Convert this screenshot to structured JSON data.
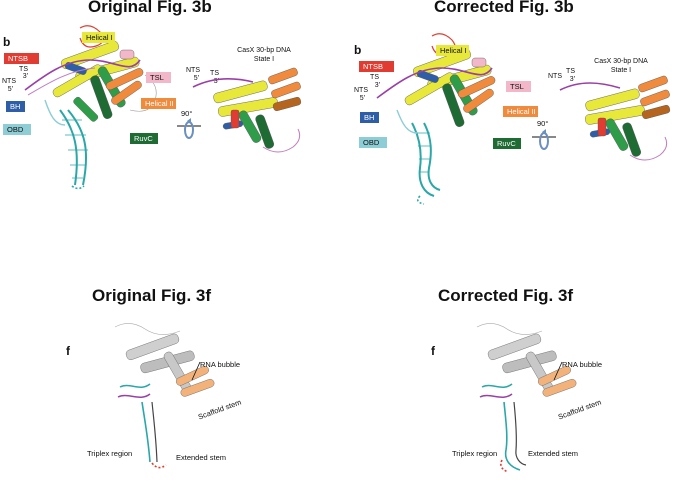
{
  "headings": {
    "orig_3b": "Original Fig. 3b",
    "corr_3b": "Corrected Fig. 3b",
    "orig_3f": "Original Fig. 3f",
    "corr_3f": "Corrected Fig. 3f"
  },
  "panel_letters": {
    "b": "b",
    "f": "f"
  },
  "domain_labels": {
    "ntsb": "NTSB",
    "helical1": "Helical I",
    "tsl": "TSL",
    "helical2": "Helical II",
    "bh": "BH",
    "ruvc": "RuvC",
    "obd": "OBD"
  },
  "strand_labels": {
    "ts": "TS",
    "ts_end": "3'",
    "nts": "NTS",
    "nts_end": "5'"
  },
  "state_label": {
    "line1": "CasX 30-bp DNA",
    "line2": "State I"
  },
  "rotation_label": "90°",
  "fig3f_labels": {
    "rna_bubble": "RNA bubble",
    "scaffold_stem": "Scaffold stem",
    "triplex_region": "Triplex region",
    "extended_stem": "Extended stem"
  },
  "colors": {
    "ntsb": "#e03c31",
    "helical1": "#e8e83a",
    "tsl": "#f2b7c8",
    "helical2": "#f08a3c",
    "bh": "#2f5ea8",
    "ruvc": "#1f6b34",
    "obd": "#8ccdd6",
    "rna": "#2aa7a8",
    "dna": "#9b3fa8",
    "grey": "#b5b5b5"
  }
}
